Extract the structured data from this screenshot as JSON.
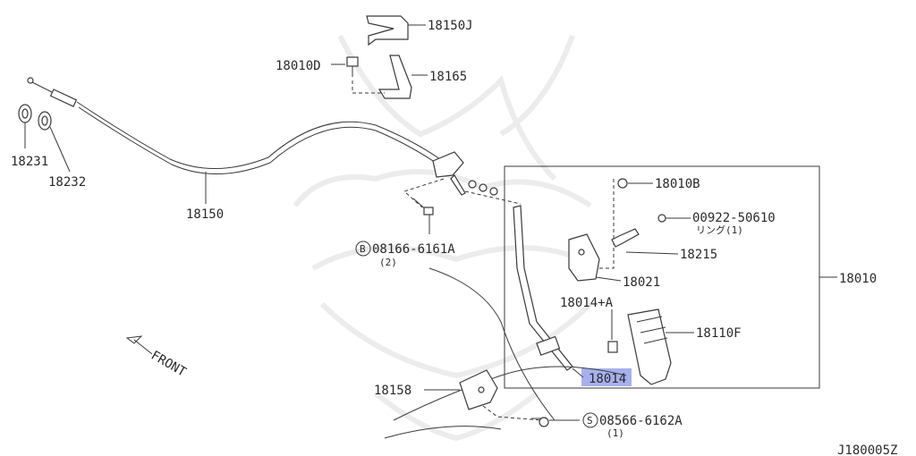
{
  "diagram": {
    "labels": {
      "p18150J": "18150J",
      "p18010D": "18010D",
      "p18165": "18165",
      "p18231": "18231",
      "p18232": "18232",
      "p18150": "18150",
      "p18010B": "18010B",
      "p00922": "00922-50610",
      "p00922_sub": "リング(1)",
      "p08166": "08166-6161A",
      "p08166_sub": "(2)",
      "p08166_badge": "B",
      "p18215": "18215",
      "p18021": "18021",
      "p18010": "18010",
      "p18014A": "18014+A",
      "p18110F": "18110F",
      "p18014": "18014",
      "p18158": "18158",
      "p08566": "08566-6162A",
      "p08566_sub": "(1)",
      "p08566_badge": "S",
      "front": "FRONT",
      "code": "J180005Z"
    },
    "highlighted_part": "18014",
    "highlight_color": "#3b4fd6"
  }
}
